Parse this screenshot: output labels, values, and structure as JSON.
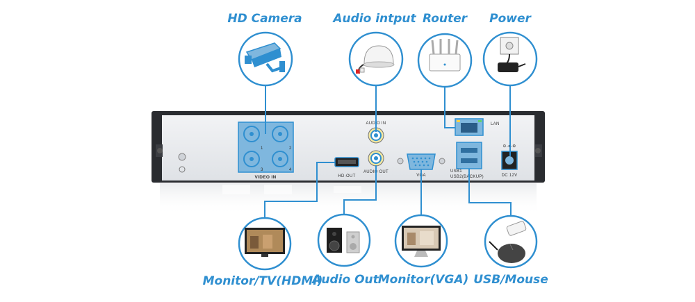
{
  "colors": {
    "accent": "#2f8fd0",
    "highlight": "#7fb7de",
    "panel": "#e9ebed",
    "frame": "#2a2c30"
  },
  "top_labels": {
    "hd_camera": "HD Camera",
    "audio_input": "Audio intput",
    "router": "Router",
    "power": "Power"
  },
  "bottom_labels": {
    "monitor_hdmi": "Monitor/TV(HDMI)",
    "audio_out": "Audio Out",
    "monitor_vga": "Monitor(VGA)",
    "usb_mouse": "USB/Mouse"
  },
  "panel": {
    "video_in": "VIDEO IN",
    "hd_out": "HD-OUT",
    "audio_in": "AUDIO IN",
    "audio_out": "AUDIO OUT",
    "vga": "VGA",
    "lan": "LAN",
    "usb1": "USB1",
    "usb2": "USB2(BACKUP)",
    "dc": "DC 12V",
    "ch1": "1",
    "ch2": "2",
    "ch3": "3",
    "ch4": "4"
  },
  "icons": [
    "camera-icon",
    "microphone-icon",
    "router-icon",
    "power-adapter-icon",
    "tv-monitor-icon",
    "speaker-icon",
    "vga-monitor-icon",
    "usb-mouse-icon"
  ]
}
